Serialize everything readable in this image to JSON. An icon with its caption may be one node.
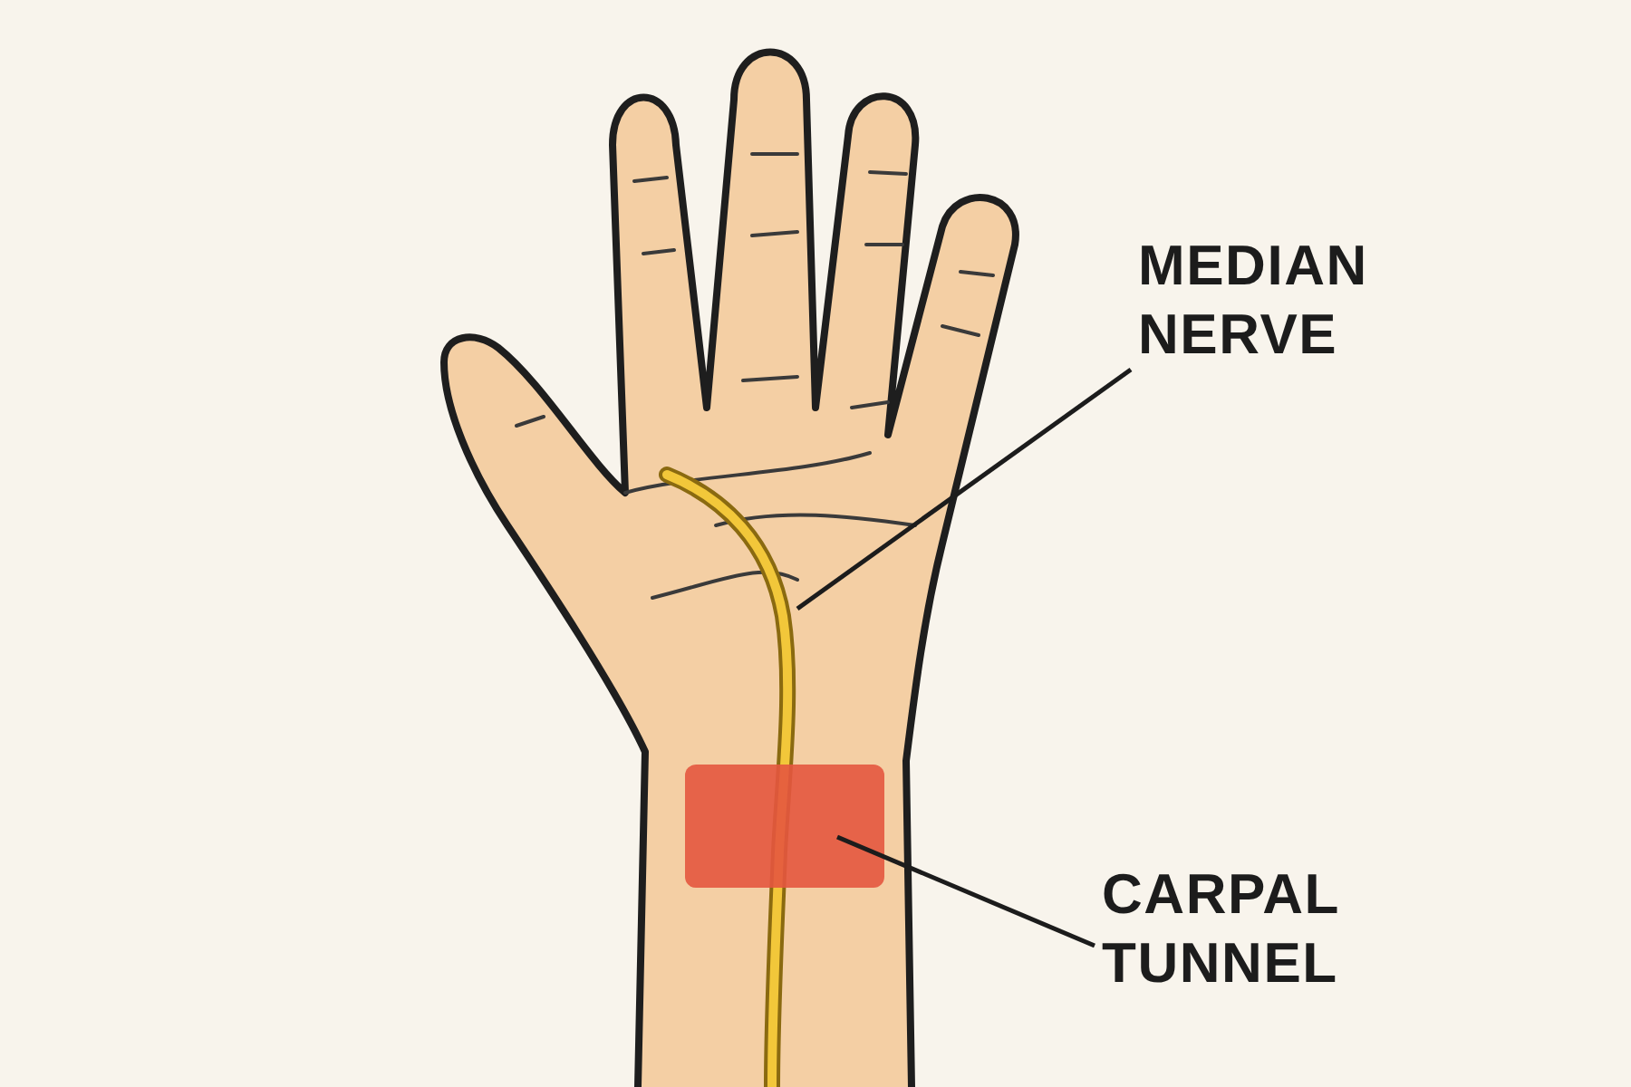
{
  "diagram": {
    "nodes": [
      {
        "text": [
          "MEDIAN NERVE"
        ]
      },
      {
        "text": [
          "CARPAL TUNNEL"
        ]
      },
      {
        "text": [],
        "shape": "picture"
      },
      {
        "text": [],
        "shape": "box"
      }
    ],
    "edges": [
      {
        "from": 0,
        "to": 2,
        "arrow": "none"
      },
      {
        "from": 1,
        "to": 3,
        "arrow": "none"
      }
    ]
  }
}
